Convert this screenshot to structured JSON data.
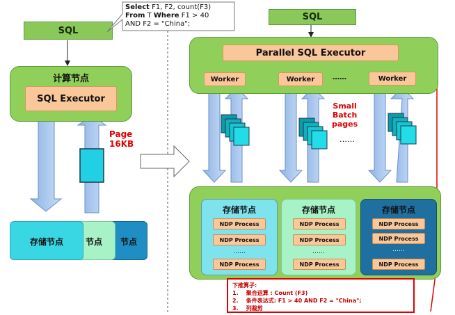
{
  "left": {
    "sql_label": "SQL",
    "compute_node_title": "计算节点",
    "executor_label": "SQL Executor",
    "page_label_line1": "Page",
    "page_label_line2": "16KB",
    "storage_tabs": [
      "存储节点",
      "节点",
      "节点"
    ]
  },
  "query_note": {
    "line1_kw": "Select",
    "line1_rest": " F1, F2, count(F3)",
    "line2_kw1": "From",
    "line2_mid": " T ",
    "line2_kw2": "Where",
    "line2_rest": " F1 > 40",
    "line3": "AND F2 = \"China\";"
  },
  "right": {
    "sql_label": "SQL",
    "executor_label": "Parallel SQL Executor",
    "workers": [
      "Worker",
      "Worker",
      "Worker"
    ],
    "workers_ellipsis": "……",
    "batch_label_lines": [
      "Small",
      "Batch",
      "pages"
    ],
    "batch_ellipsis": "……",
    "storage_nodes": [
      {
        "title": "存储节点",
        "processes": [
          "NDP Process",
          "NDP Process",
          "NDP Process"
        ],
        "ellipsis": "……"
      },
      {
        "title": "存储节点",
        "processes": [
          "NDP Process",
          "NDP Process",
          "NDP Process"
        ],
        "ellipsis": "……"
      },
      {
        "title": "存储节点",
        "processes": [
          "NDP Process",
          "NDP Process",
          "NDP Process"
        ],
        "ellipsis": "……"
      }
    ]
  },
  "pushdown_note": {
    "title": "下推算子:",
    "items": [
      "1.    聚合运算 : Count (F3)",
      "2.    条件表达式: F1 > 40 AND F2 = \"China\";",
      "3.    列裁剪"
    ]
  },
  "colors": {
    "panel_green": "#8fcf5a",
    "peach": "#f9c79a",
    "cyan": "#7fe3ee",
    "dark_blue": "#1f6fa0",
    "red": "#e00000"
  }
}
